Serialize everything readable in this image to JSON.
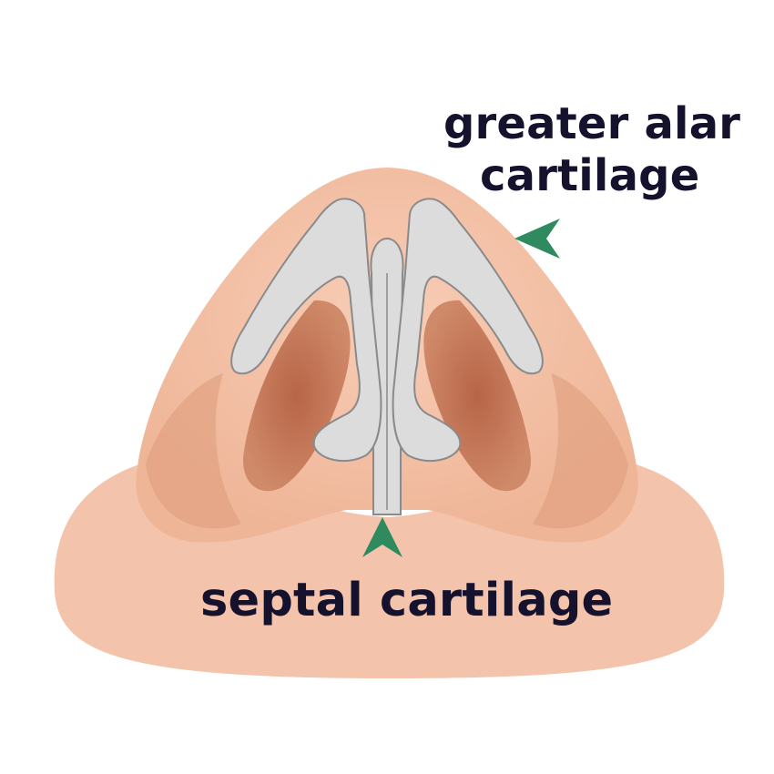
{
  "labels": {
    "greater_alar_line1": "greater alar",
    "greater_alar_line2": "cartilage",
    "septal": "septal cartilage"
  },
  "colors": {
    "skin": "#f4c3ab",
    "skin_shadow": "#d98e6e",
    "nostril": "#c27452",
    "nostril_inner": "#b56548",
    "cartilage": "#dcdcdc",
    "cartilage_outline": "#8a8a8a",
    "arrow": "#2f8a5f",
    "text": "#15122e"
  },
  "icons": {
    "alar_pointer": "arrowhead-left-icon",
    "septal_pointer": "arrowhead-up-icon"
  }
}
